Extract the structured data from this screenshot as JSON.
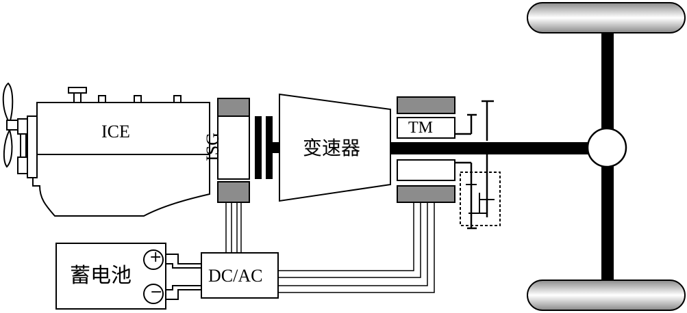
{
  "labels": {
    "engine": "ICE",
    "isg": "ISG",
    "transmission": "变速器",
    "traction_motor": "TM",
    "inverter": "DC/AC",
    "battery": "蓄电池",
    "plus_terminal": "+",
    "minus_terminal": "−"
  },
  "colors": {
    "line": "#000000",
    "gray_block": "#8c8c8c",
    "background": "#ffffff"
  }
}
